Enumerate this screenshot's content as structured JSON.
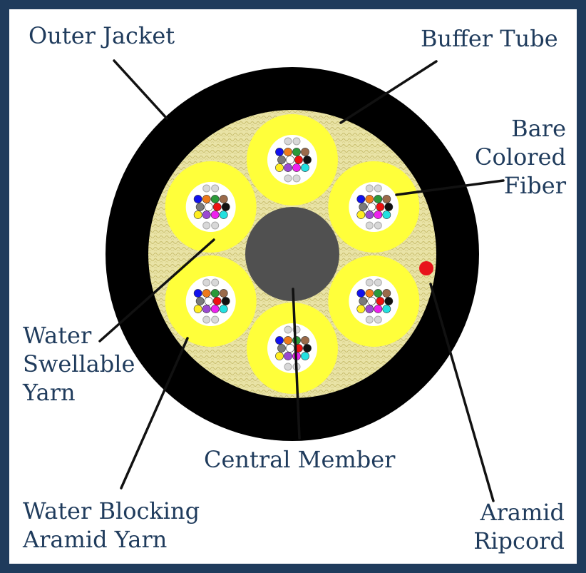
{
  "labels": {
    "outer_jacket": "Outer Jacket",
    "buffer_tube": "Buffer Tube",
    "bare_colored_fiber": [
      "Bare",
      "Colored",
      "Fiber"
    ],
    "water_swellable_yarn": [
      "Water",
      "Swellable",
      "Yarn"
    ],
    "central_member": "Central Member",
    "water_blocking_aramid_yarn": [
      "Water Blocking",
      "Aramid Yarn"
    ],
    "aramid_ripcord": [
      "Aramid",
      "Ripcord"
    ]
  },
  "buffer_tube_count": 6,
  "fibers_per_tube": 12,
  "colors": {
    "frame": "#1f3b5c",
    "outer_jacket": "#000000",
    "aramid_yarn": "#e9e3a6",
    "buffer_tube": "#ffff3a",
    "buffer_tube_core": "#ffffff",
    "central_member": "#505050",
    "ripcord": "#e8131b",
    "leader_line": "#111111",
    "fiber_colors": [
      "#1111ee",
      "#ee7a1a",
      "#2a9a3a",
      "#9a6a4a",
      "#7a7a7a",
      "#ffffff",
      "#ee1111",
      "#111111",
      "#ffee22",
      "#9a4ad0",
      "#ee22ee",
      "#22e0e0"
    ]
  }
}
